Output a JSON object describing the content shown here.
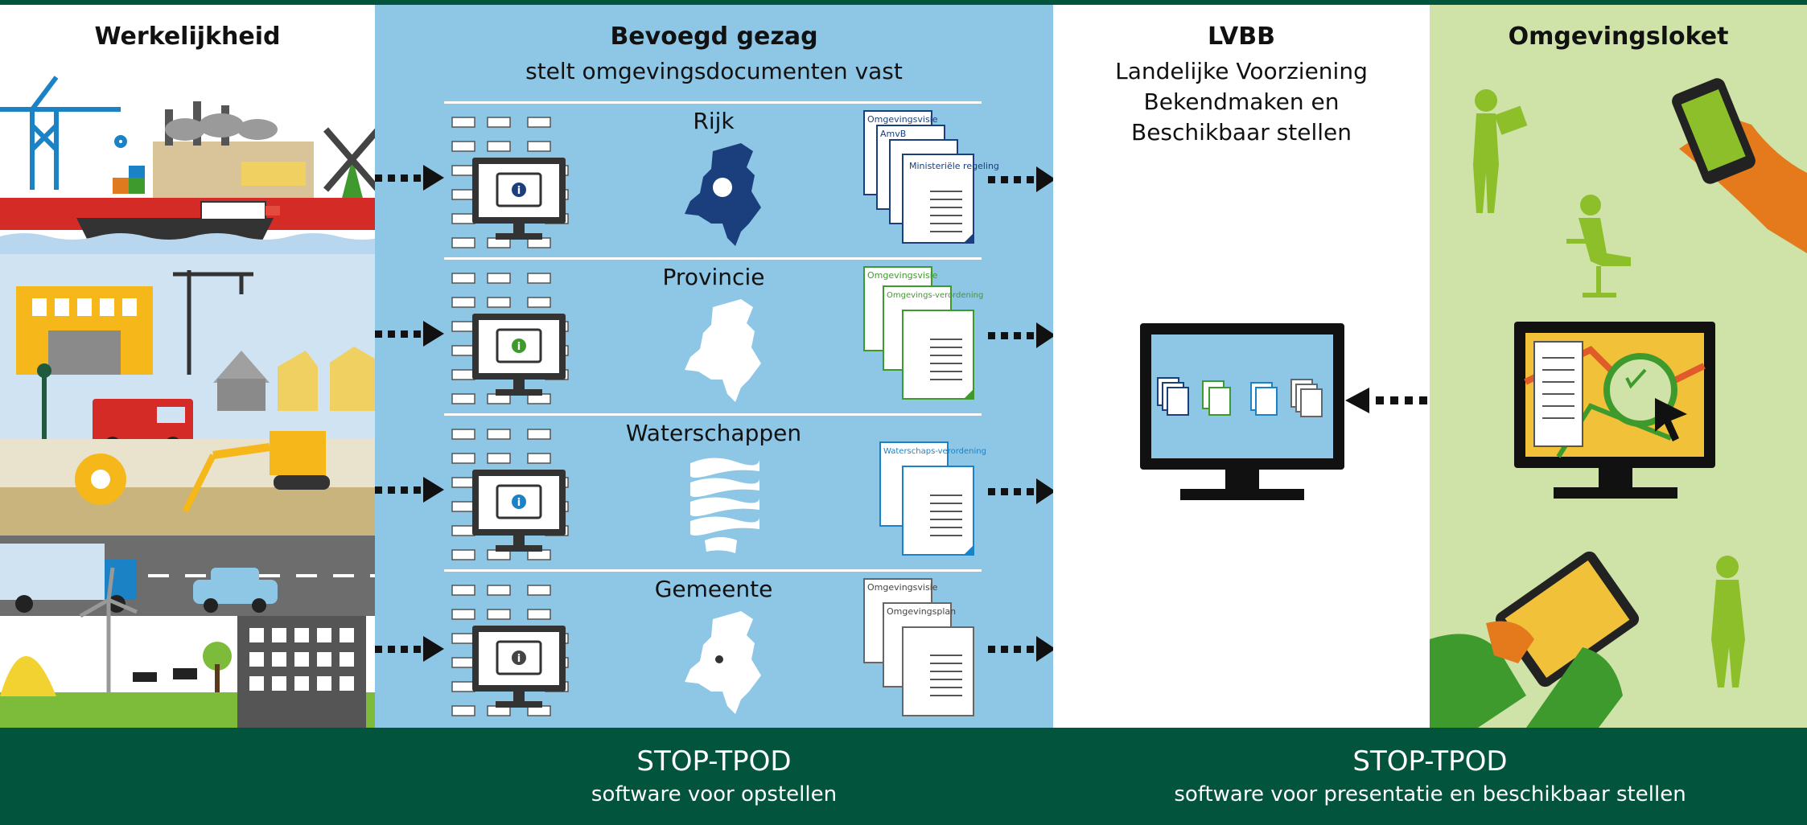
{
  "colors": {
    "top_strip": "#02543c",
    "bevoegd_bg": "#8ec6e6",
    "omgevingsloket_bg": "#cfe3a8",
    "bottom_bar": "#02543c",
    "arrow": "#111111",
    "rijk": "#1b3f7c",
    "provincie": "#3f9a2e",
    "waterschappen": "#1b82c6",
    "gemeente": "#444444"
  },
  "columns": {
    "werkelijkheid": {
      "title": "Werkelijkheid"
    },
    "bevoegd_gezag": {
      "title": "Bevoegd gezag",
      "subtitle": "stelt omgevingsdocumenten vast"
    },
    "lvbb": {
      "title": "LVBB",
      "subtitle_lines": [
        "Landelijke Voorziening",
        "Bekendmaken en",
        "Beschikbaar stellen"
      ]
    },
    "omgevingsloket": {
      "title": "Omgevingsloket"
    }
  },
  "rows": [
    {
      "label": "Rijk",
      "docs": [
        "Omgevingsvisie",
        "AmvB",
        "",
        "Ministeriële regeling"
      ]
    },
    {
      "label": "Provincie",
      "docs": [
        "Omgevingsvisie",
        "Omgevings-verordening",
        ""
      ]
    },
    {
      "label": "Waterschappen",
      "docs": [
        "Waterschaps-verordening",
        ""
      ]
    },
    {
      "label": "Gemeente",
      "docs": [
        "Omgevingsvisie",
        "Omgevingsplan",
        ""
      ]
    }
  ],
  "footer": {
    "left": {
      "title": "STOP-TPOD",
      "subtitle": "software voor opstellen"
    },
    "right": {
      "title": "STOP-TPOD",
      "subtitle": "software voor presentatie en beschikbaar stellen"
    }
  }
}
